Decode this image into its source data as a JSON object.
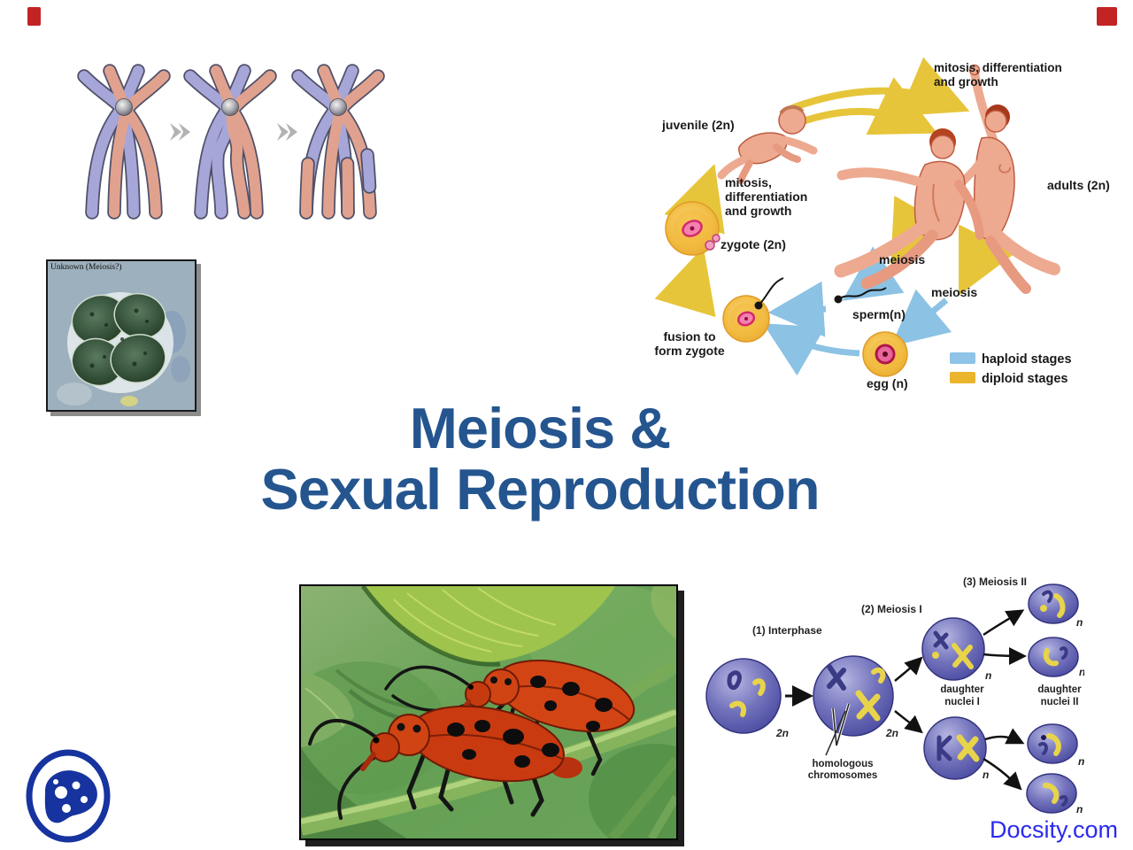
{
  "title": {
    "line1": "Meiosis &",
    "line2": "Sexual Reproduction",
    "color": "#24558f"
  },
  "watermark": {
    "text": "Docsity.com",
    "color": "#2a2af0"
  },
  "micrograph": {
    "caption": "Unknown (Meiosis?)"
  },
  "life_cycle": {
    "mitosis_top_line1": "mitosis, differentiation",
    "mitosis_top_line2": "and growth",
    "juvenile_label": "juvenile (2n)",
    "mitosis_left_line1": "mitosis,",
    "mitosis_left_line2": "differentiation",
    "mitosis_left_line3": "and growth",
    "adults_label": "adults (2n)",
    "zygote_label": "zygote (2n)",
    "meiosis_label_1": "meiosis",
    "meiosis_label_2": "meiosis",
    "sperm_label": "sperm(n)",
    "fusion_line1": "fusion to",
    "fusion_line2": "form zygote",
    "egg_label": "egg (n)",
    "legend": {
      "haploid_label": "haploid stages",
      "haploid_color": "#8fc3e8",
      "diploid_label": "diploid stages",
      "diploid_color": "#eab52c"
    }
  },
  "meiosis_stages": {
    "interphase_label": "(1) Interphase",
    "meiosis1_label": "(2) Meiosis I",
    "meiosis2_label": "(3) Meiosis II",
    "ploidy_cell1": "2n",
    "ploidy_cell2": "2n",
    "homologous_line1": "homologous",
    "homologous_line2": "chromosomes",
    "daughter1_line1": "daughter",
    "daughter1_line2": "nuclei I",
    "daughter1_ploidy_top": "n",
    "daughter1_ploidy_bottom": "n",
    "daughter2_line1": "daughter",
    "daughter2_line2": "nuclei II",
    "daughter2_ploidy_1": "n",
    "daughter2_ploidy_2": "n",
    "daughter2_ploidy_3": "n",
    "daughter2_ploidy_4": "n"
  },
  "palette": {
    "chromatid_blue": "#a6a6d8",
    "chromatid_salmon": "#e0a28e",
    "accent_red": "#c42323",
    "logo_blue": "#16339f"
  }
}
